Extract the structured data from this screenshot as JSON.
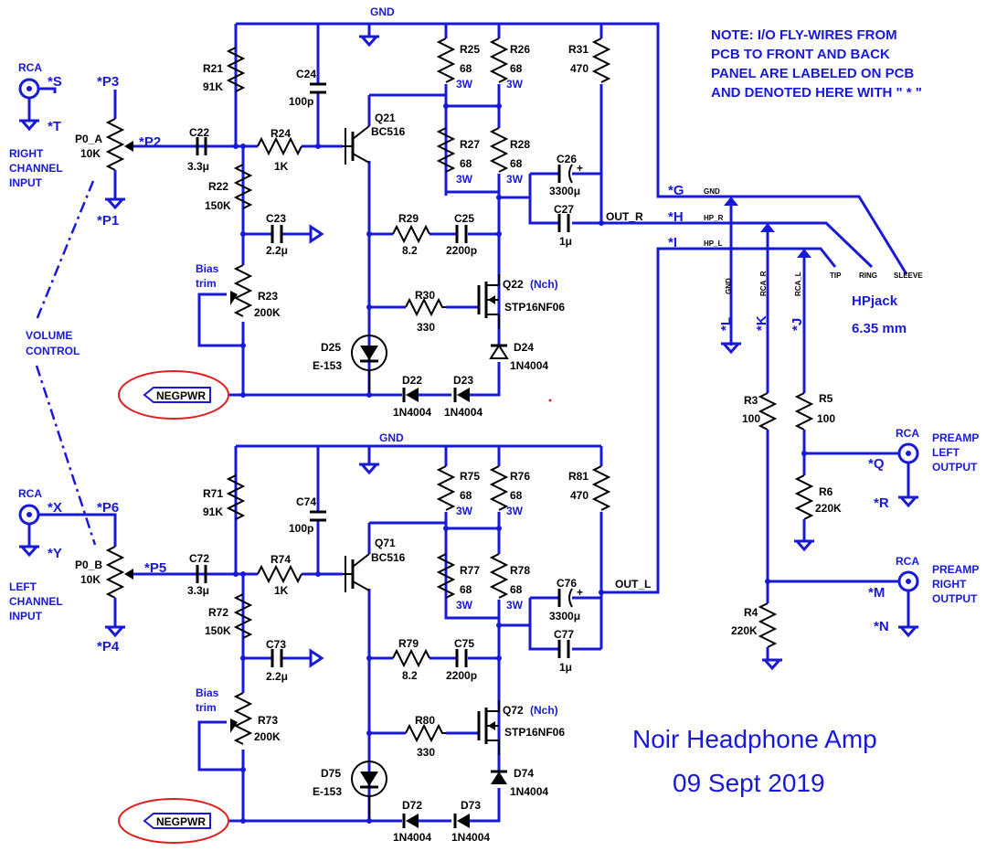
{
  "labels": {
    "gnd": "GND",
    "note_lines": [
      "NOTE: I/O FLY-WIRES FROM",
      "PCB TO FRONT AND BACK",
      "PANEL ARE LABELED ON PCB",
      "AND DENOTED HERE WITH \" * \""
    ],
    "rca": "RCA",
    "right_input_lines": [
      "RIGHT",
      "CHANNEL",
      "INPUT"
    ],
    "left_input_lines": [
      "LEFT",
      "CHANNEL",
      "INPUT"
    ],
    "volume_lines": [
      "VOLUME",
      "CONTROL"
    ],
    "bias_lines": [
      "Bias",
      "trim"
    ],
    "negpwr": "NEGPWR",
    "out_r": "OUT_R",
    "out_l": "OUT_L",
    "hpjack": "HPjack",
    "hpjack_size": "6.35 mm",
    "jack_pins": {
      "gnd": "GND",
      "hp_r": "HP_R",
      "hp_l": "HP_L",
      "tip": "TIP",
      "ring": "RING",
      "sleeve": "SLEEVE",
      "rca_r": "RCA_R",
      "rca_l": "RCA_L"
    },
    "preamp_left_lines": [
      "PREAMP",
      "LEFT",
      "OUTPUT"
    ],
    "preamp_right_lines": [
      "PREAMP",
      "RIGHT",
      "OUTPUT"
    ],
    "title": "Noir Headphone Amp",
    "date": "09 Sept 2019"
  },
  "io_tags": {
    "S": "*S",
    "T": "*T",
    "P3": "*P3",
    "P2": "*P2",
    "P1": "*P1",
    "X": "*X",
    "Y": "*Y",
    "P6": "*P6",
    "P5": "*P5",
    "P4": "*P4",
    "G": "*G",
    "H": "*H",
    "I": "*I",
    "L": "*L",
    "K": "*K",
    "J": "*J",
    "Q": "*Q",
    "R": "*R",
    "M": "*M",
    "N": "*N"
  },
  "top": {
    "pot": {
      "ref": "P0_A",
      "value": "10K"
    },
    "R21": {
      "ref": "R21",
      "value": "91K"
    },
    "C24": {
      "ref": "C24",
      "value": "100p"
    },
    "C22": {
      "ref": "C22",
      "value": "3.3μ"
    },
    "R24": {
      "ref": "R24",
      "value": "1K"
    },
    "Q21": {
      "ref": "Q21",
      "value": "BC516"
    },
    "R22": {
      "ref": "R22",
      "value": "150K"
    },
    "C23": {
      "ref": "C23",
      "value": "2.2μ"
    },
    "R23": {
      "ref": "R23",
      "value": "200K"
    },
    "R25": {
      "ref": "R25",
      "value": "68",
      "power": "3W"
    },
    "R26": {
      "ref": "R26",
      "value": "68",
      "power": "3W"
    },
    "R27": {
      "ref": "R27",
      "value": "68",
      "power": "3W"
    },
    "R28": {
      "ref": "R28",
      "value": "68",
      "power": "3W"
    },
    "R31": {
      "ref": "R31",
      "value": "470"
    },
    "C26": {
      "ref": "C26",
      "value": "3300μ"
    },
    "C27": {
      "ref": "C27",
      "value": "1μ"
    },
    "R29": {
      "ref": "R29",
      "value": "8.2"
    },
    "C25": {
      "ref": "C25",
      "value": "2200p"
    },
    "Q22": {
      "ref": "Q22",
      "note": "(Nch)",
      "value": "STP16NF06"
    },
    "R30": {
      "ref": "R30",
      "value": "330"
    },
    "D25": {
      "ref": "D25",
      "value": "E-153"
    },
    "D24": {
      "ref": "D24",
      "value": "1N4004"
    },
    "D22": {
      "ref": "D22",
      "value": "1N4004"
    },
    "D23": {
      "ref": "D23",
      "value": "1N4004"
    }
  },
  "bottom": {
    "pot": {
      "ref": "P0_B",
      "value": "10K"
    },
    "R71": {
      "ref": "R71",
      "value": "91K"
    },
    "C74": {
      "ref": "C74",
      "value": "100p"
    },
    "C72": {
      "ref": "C72",
      "value": "3.3μ"
    },
    "R74": {
      "ref": "R74",
      "value": "1K"
    },
    "Q71": {
      "ref": "Q71",
      "value": "BC516"
    },
    "R72": {
      "ref": "R72",
      "value": "150K"
    },
    "C73": {
      "ref": "C73",
      "value": "2.2μ"
    },
    "R73": {
      "ref": "R73",
      "value": "200K"
    },
    "R75": {
      "ref": "R75",
      "value": "68",
      "power": "3W"
    },
    "R76": {
      "ref": "R76",
      "value": "68",
      "power": "3W"
    },
    "R77": {
      "ref": "R77",
      "value": "68",
      "power": "3W"
    },
    "R78": {
      "ref": "R78",
      "value": "68",
      "power": "3W"
    },
    "R81": {
      "ref": "R81",
      "value": "470"
    },
    "C76": {
      "ref": "C76",
      "value": "3300μ"
    },
    "C77": {
      "ref": "C77",
      "value": "1μ"
    },
    "R79": {
      "ref": "R79",
      "value": "8.2"
    },
    "C75": {
      "ref": "C75",
      "value": "2200p"
    },
    "Q72": {
      "ref": "Q72",
      "note": "(Nch)",
      "value": "STP16NF06"
    },
    "R80": {
      "ref": "R80",
      "value": "330"
    },
    "D75": {
      "ref": "D75",
      "value": "E-153"
    },
    "D74": {
      "ref": "D74",
      "value": "1N4004"
    },
    "D72": {
      "ref": "D72",
      "value": "1N4004"
    },
    "D73": {
      "ref": "D73",
      "value": "1N4004"
    }
  },
  "output": {
    "R3": {
      "ref": "R3",
      "value": "100"
    },
    "R5": {
      "ref": "R5",
      "value": "100"
    },
    "R6": {
      "ref": "R6",
      "value": "220K"
    },
    "R4": {
      "ref": "R4",
      "value": "220K"
    }
  }
}
